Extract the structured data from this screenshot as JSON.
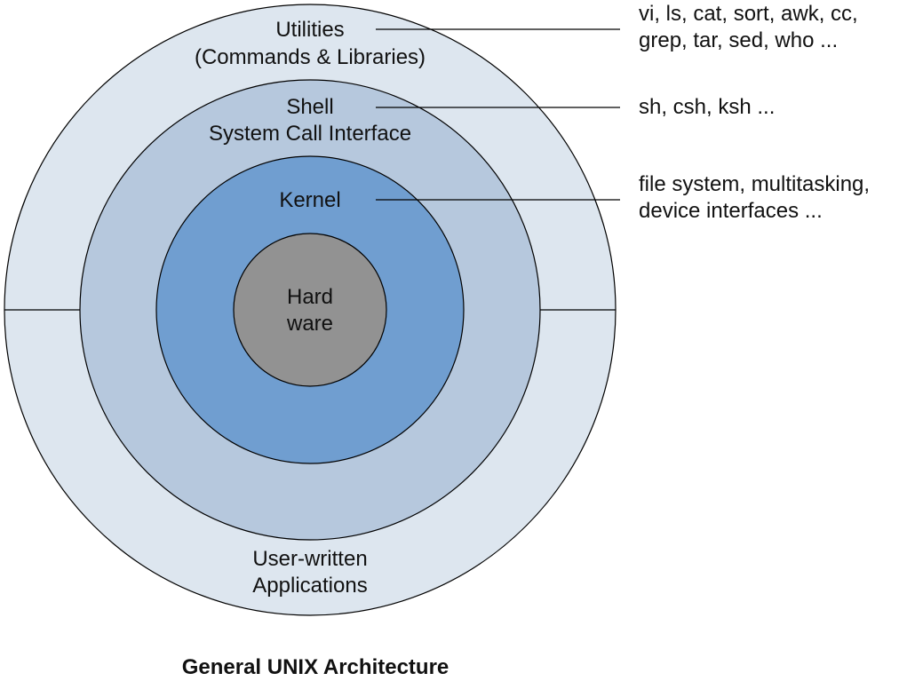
{
  "diagram": {
    "caption": "General UNIX Architecture",
    "layers": {
      "utilities": {
        "line1": "Utilities",
        "line2": "(Commands & Libraries)",
        "color": "#dde6ef"
      },
      "user_apps": {
        "line1": "User-written",
        "line2": "Applications"
      },
      "shell": {
        "line1": "Shell",
        "line2": "System Call Interface",
        "color": "#b6c8dd"
      },
      "kernel": {
        "line1": "Kernel",
        "color": "#709ed0"
      },
      "hardware": {
        "line1": "Hard",
        "line2": "ware",
        "color": "#929292"
      }
    },
    "callouts": {
      "utilities": {
        "line1": "vi, ls, cat, sort, awk, cc,",
        "line2": "grep, tar, sed, who ..."
      },
      "shell": {
        "line1": "sh, csh, ksh ..."
      },
      "kernel": {
        "line1": "file system, multitasking,",
        "line2": "device interfaces ..."
      }
    }
  }
}
